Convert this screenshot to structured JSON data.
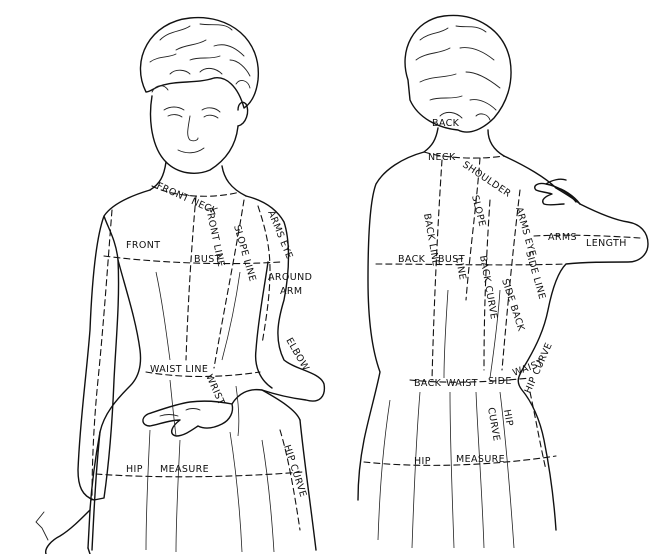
{
  "front_figure": {
    "labels": {
      "front_neck": "FRONT NECK",
      "front_line": "FRONT LINE",
      "slope_line": "SLOPE LINE",
      "arms_eye": "ARMS EYE",
      "front": "FRONT",
      "bust": "BUST",
      "around": "AROUND",
      "arm": "ARM",
      "elbow": "ELBOW",
      "waist_line": "WAIST LINE",
      "wrist": "WRIST",
      "hip": "HIP",
      "measure": "MEASURE",
      "hip_curve": "HIP CURVE"
    }
  },
  "back_figure": {
    "labels": {
      "back_neck_1": "BACK",
      "back_neck_2": "NECK",
      "shoulder": "SHOULDER",
      "slope": "SLOPE",
      "arms_eye": "ARMS EYE",
      "arms_length": "ARMS",
      "length": "LENGTH",
      "back_line": "BACK LINE",
      "back": "BACK",
      "bust": "BUST",
      "line": "LINE",
      "back_curve": "BACK CURVE",
      "side_back": "SIDE BACK",
      "side_line": "SIDE LINE",
      "back_waist": "BACK",
      "waist": "WAIST",
      "side_waist": "SIDE",
      "waist2": "WAIST",
      "hip_curve_1": "HIP",
      "hip_curve_2": "CURVE",
      "hip_curve_3": "HIP CURVE",
      "hip": "HIP",
      "measure": "MEASURE"
    }
  }
}
